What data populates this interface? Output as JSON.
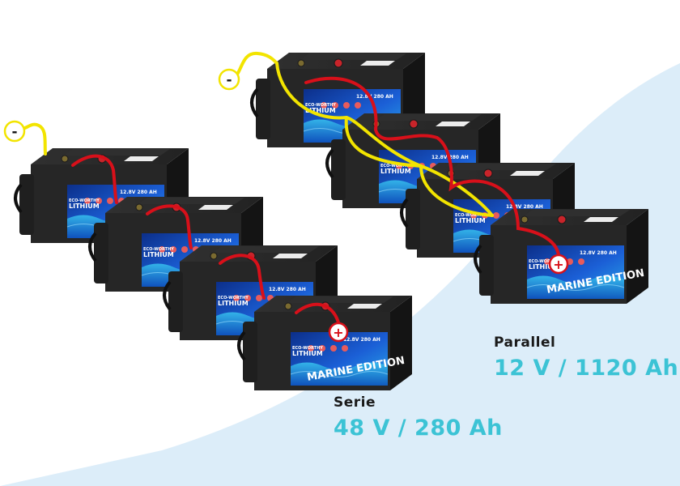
{
  "battery": {
    "brand": "ECO-WORTHY",
    "product": "LITHIUM",
    "rating": "12.8V 280 AH",
    "edition": "MARINE EDITION"
  },
  "terminals": {
    "negative": "-",
    "positive": "+"
  },
  "colors": {
    "background": "#ffffff",
    "backdrop": "#dcedf9",
    "casing": "#262626",
    "label": "#1b5fd6",
    "neg_cable": "#f2e400",
    "pos_cable": "#d8101a",
    "accent": "#3cc3d5"
  },
  "serie": {
    "title": "Serie",
    "spec": "48 V / 280 Ah"
  },
  "parallel": {
    "title": "Parallel",
    "spec": "12 V / 1120 Ah"
  }
}
